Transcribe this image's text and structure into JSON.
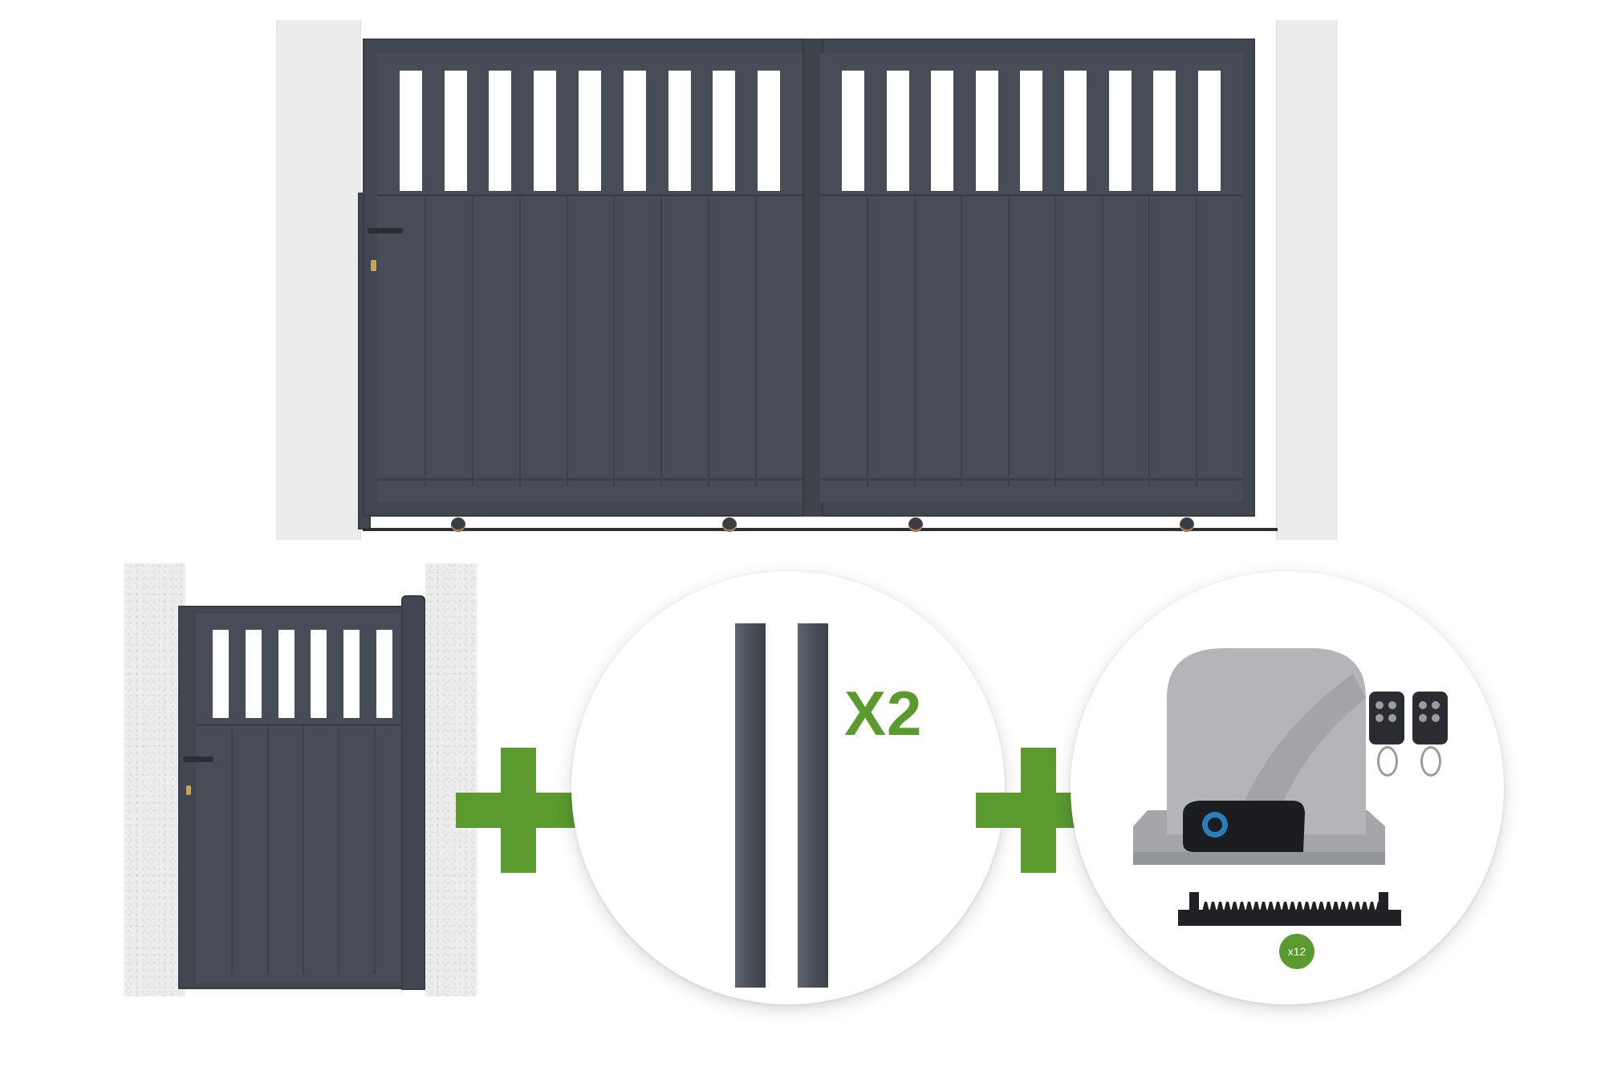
{
  "scene": {
    "main_gate": {
      "color": "#414650",
      "slot_count_left": 9,
      "slot_count_right": 9
    },
    "pedestrian_gate": {
      "color": "#414650",
      "slot_count": 6
    },
    "posts_quantity": "X2",
    "rack_quantity": "x12",
    "plus_color": "#5a9a2e",
    "icons": [
      "plus-icon",
      "plus-icon"
    ]
  }
}
